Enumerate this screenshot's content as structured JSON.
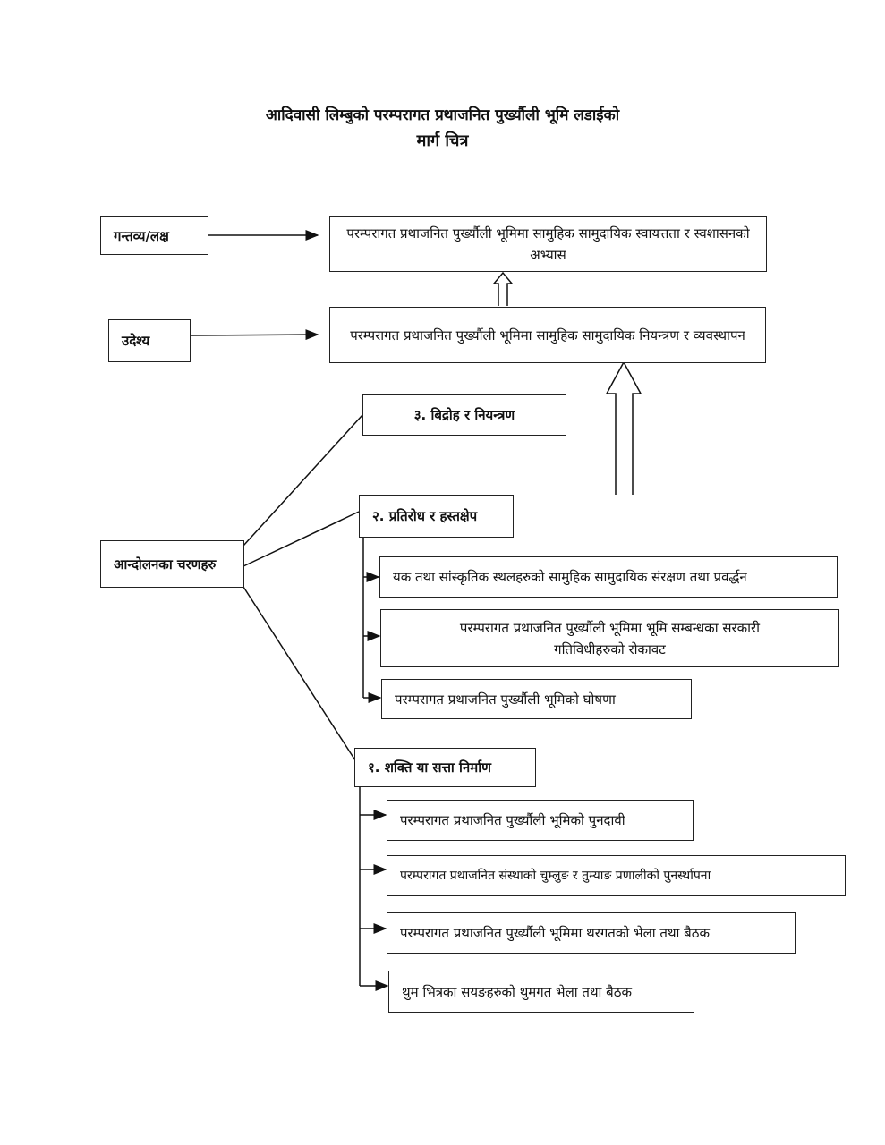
{
  "title": {
    "line1": "आदिवासी लिम्बुको परम्परागत प्रथाजनित पुर्ख्यौली भूमि लडाईको",
    "line2": "मार्ग चित्र"
  },
  "goal": {
    "label": "गन्तव्य/लक्ष",
    "text": "परम्परागत प्रथाजनित पुर्ख्यौली भूमिमा सामुहिक सामुदायिक स्वायत्तता र स्वशासनको अभ्यास"
  },
  "objective": {
    "label": "उदेश्य",
    "text": "परम्परागत प्रथाजनित पुर्ख्यौली भूमिमा सामुहिक सामुदायिक नियन्त्रण र व्यवस्थापन"
  },
  "stages": {
    "label": "आन्दोलनका चरणहरु",
    "stage3": {
      "title": "३. बिद्रोह र नियन्त्रण"
    },
    "stage2": {
      "title": "२. प्रतिरोध र हस्तक्षेप",
      "items": [
        "यक तथा सांस्कृतिक स्थलहरुको सामुहिक सामुदायिक संरक्षण तथा प्रवर्द्धन",
        "परम्परागत प्रथाजनित पुर्ख्यौली भूमिमा भूमि सम्बन्धका सरकारी गतिविधीहरुको रोकावट",
        "परम्परागत प्रथाजनित पुर्ख्यौली भूमिको घोषणा"
      ]
    },
    "stage1": {
      "title": "१. शक्ति या सत्ता निर्माण",
      "items": [
        "परम्परागत प्रथाजनित पुर्ख्यौली भूमिको पुनदावी",
        "परम्परागत प्रथाजनित संस्थाको चुम्लुङ र तुम्याङ प्रणालीको पुनर्स्थापना",
        "परम्परागत प्रथाजनित पुर्ख्यौली भूमिमा थरगतको भेला तथा बैठक",
        "थुम भित्रका सयङहरुको थुमगत भेला तथा बैठक"
      ]
    }
  }
}
